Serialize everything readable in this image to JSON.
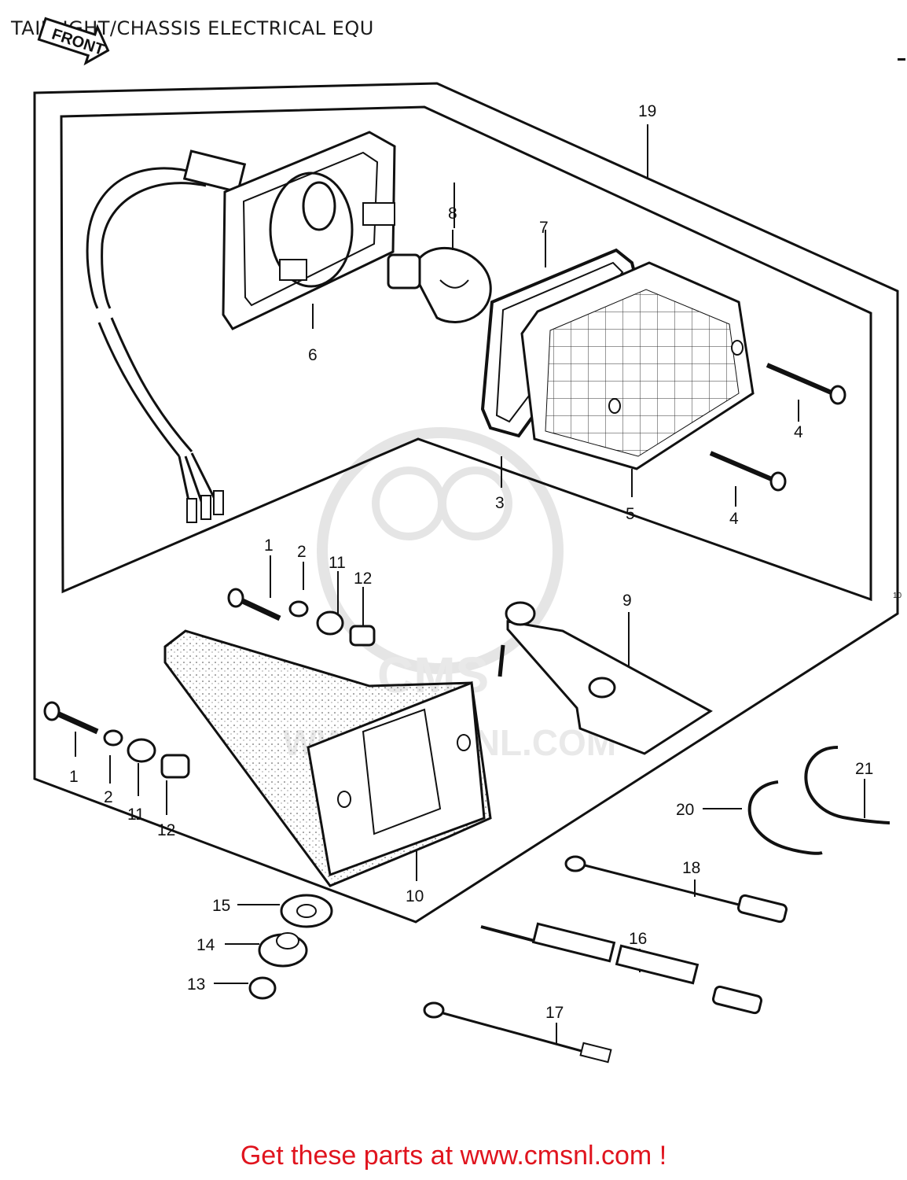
{
  "title": "TAILLIGHT/CHASSIS ELECTRICAL EQU",
  "front_arrow_label": "FRONT",
  "footer": {
    "text": "Get these parts at www.cmsnl.com !",
    "color": "#e0141e"
  },
  "side_mark": "10",
  "watermark": {
    "brand": "CMS",
    "url": "WWW.CMSNL.COM"
  },
  "callouts": {
    "c1a": "1",
    "c1b": "1",
    "c2a": "2",
    "c2b": "2",
    "c3": "3",
    "c4a": "4",
    "c4b": "4",
    "c5": "5",
    "c6": "6",
    "c7": "7",
    "c8": "8",
    "c9": "9",
    "c10": "10",
    "c11a": "11",
    "c11b": "11",
    "c12a": "12",
    "c12b": "12",
    "c13": "13",
    "c14": "14",
    "c15": "15",
    "c16": "16",
    "c17": "17",
    "c18": "18",
    "c19": "19",
    "c20": "20",
    "c21": "21"
  }
}
